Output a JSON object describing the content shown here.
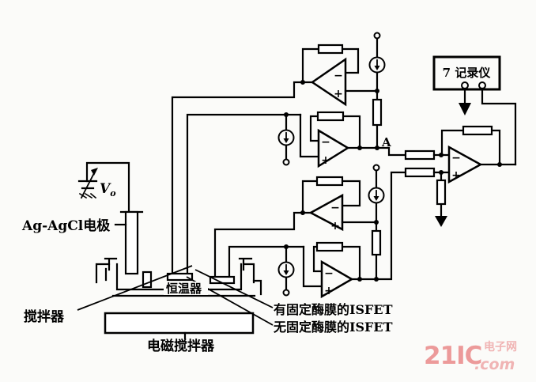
{
  "title": "ISFET enzyme electrode measuring circuit diagram",
  "labels": {
    "v0_main": "V",
    "v0_sub": "o",
    "electrode": "Ag-AgCl电极",
    "stirrer": "搅拌器",
    "thermostat": "恒温器",
    "magnetic_stirrer": "电磁搅拌器",
    "isfet_with_membrane": "有固定酶膜的ISFET",
    "isfet_without_membrane": "无固定酶膜的ISFET",
    "recorder": "7 记录仪",
    "node_a": "A",
    "minus": "−",
    "plus": "+"
  },
  "watermark": {
    "brand": "21IC",
    "site": "电子网",
    "domain": ".com",
    "brand_color": "#ec9a9a",
    "accent_color": "#f0b4b4"
  },
  "colors": {
    "ink": "#000000",
    "background": "#fbfbf9"
  }
}
